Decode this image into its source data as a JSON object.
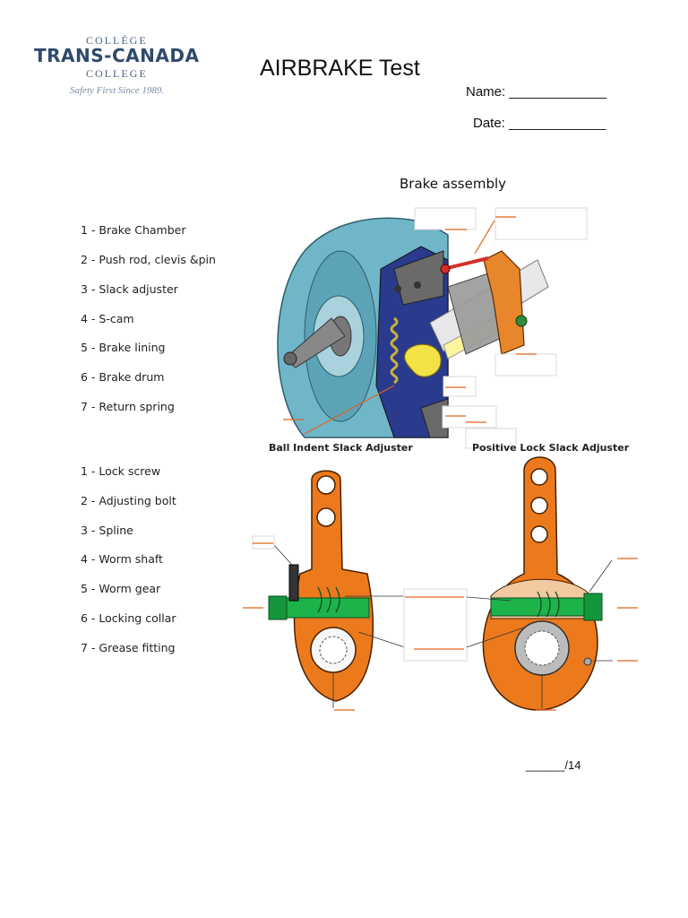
{
  "logo": {
    "top": "COLLÈGE",
    "main": "TRANS-CANADA",
    "bottom": "COLLEGE",
    "tagline": "Safety First Since 1989."
  },
  "title": "AIRBRAKE Test",
  "name_field": "Name: _____________",
  "date_field": "Date: _____________",
  "brake_assembly": {
    "heading": "Brake assembly",
    "parts": [
      "1 - Brake Chamber",
      "2 - Push rod, clevis &pin",
      "3 - Slack adjuster",
      "4 - S-cam",
      "5 - Brake lining",
      "6 - Brake drum",
      "7 - Return spring"
    ]
  },
  "slack_adjuster": {
    "left_caption": "Ball Indent Slack Adjuster",
    "right_caption": "Positive Lock Slack Adjuster",
    "parts": [
      "1 - Lock screw",
      "2 - Adjusting bolt",
      "3 - Spline",
      "4 - Worm shaft",
      "5 - Worm gear",
      "6 - Locking collar",
      "7 - Grease fitting"
    ]
  },
  "score": "______/14",
  "colors": {
    "drum": "#6fb6c9",
    "orange": "#ec7a1c",
    "green": "#1db24a",
    "navy": "#2f4a6b",
    "answer_line": "#e0641c"
  }
}
